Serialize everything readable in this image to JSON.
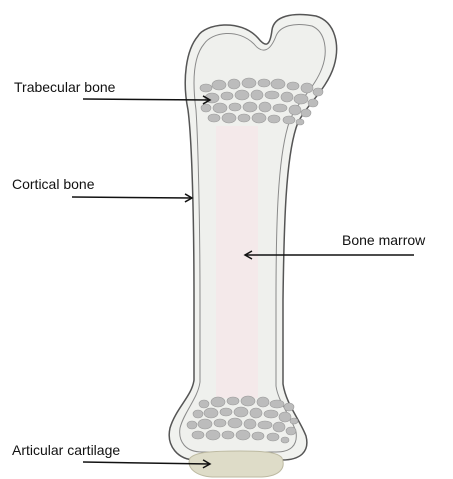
{
  "labels": {
    "trabecular_bone": "Trabecular bone",
    "cortical_bone": "Cortical bone",
    "bone_marrow": "Bone marrow",
    "articular_cartilage": "Articular cartilage"
  },
  "colors": {
    "outline": "#555555",
    "inner_outline": "#8a8a8a",
    "bone_fill": "#f1f2ef",
    "spongy_cells": "#bcbcbc",
    "marrow": "#f4e9ea",
    "cartilage": "#dedcc8",
    "arrow": "#111111"
  }
}
